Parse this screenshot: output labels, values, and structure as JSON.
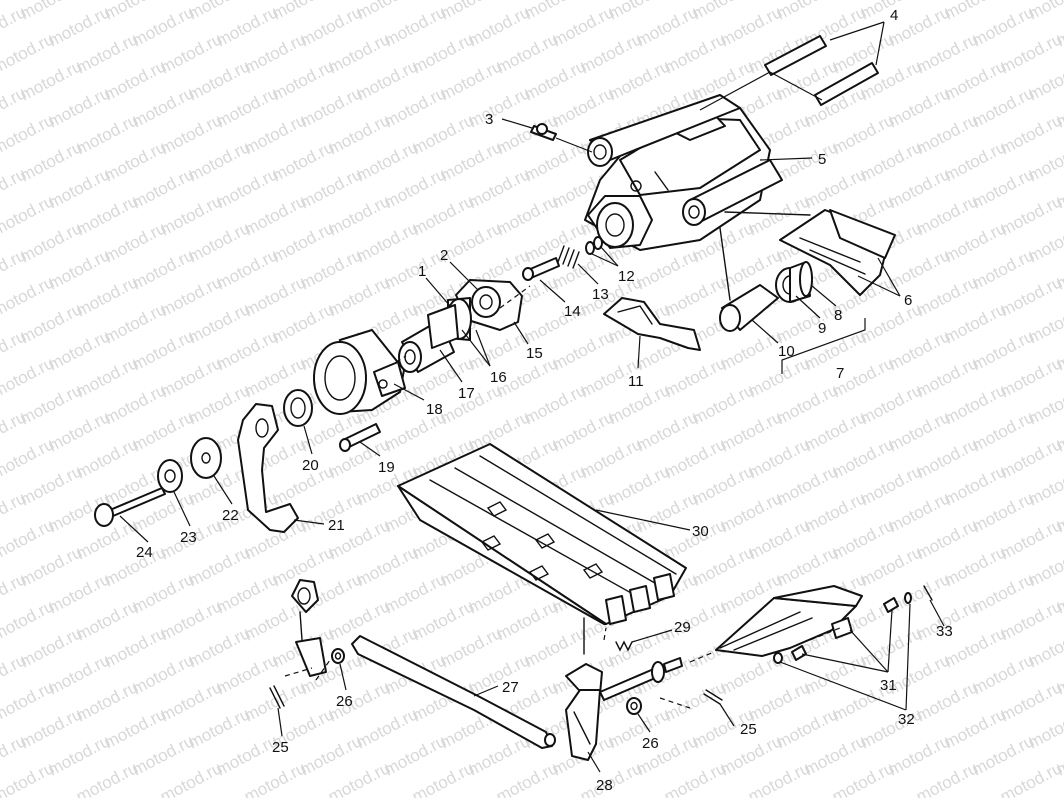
{
  "watermark": {
    "text": "motod.ru"
  },
  "callouts": {
    "c1": "1",
    "c2": "2",
    "c3": "3",
    "c4": "4",
    "c5": "5",
    "c6": "6",
    "c7": "7",
    "c8": "8",
    "c9": "9",
    "c10": "10",
    "c11": "11",
    "c12": "12",
    "c13": "13",
    "c14": "14",
    "c15": "15",
    "c16": "16",
    "c17": "17",
    "c18": "18",
    "c19": "19",
    "c20": "20",
    "c21": "21",
    "c22": "22",
    "c23": "23",
    "c24": "24",
    "c25a": "25",
    "c25b": "25",
    "c26a": "26",
    "c26b": "26",
    "c27": "27",
    "c28": "28",
    "c29": "29",
    "c30": "30",
    "c31": "31",
    "c32": "32",
    "c33": "33"
  }
}
